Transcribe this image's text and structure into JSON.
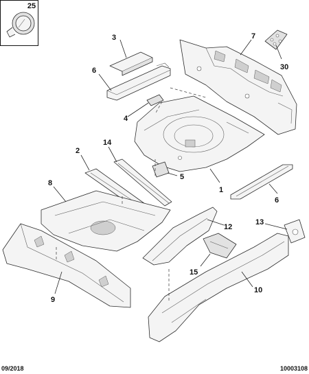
{
  "diagram": {
    "callouts": {
      "p1": "1",
      "p2": "2",
      "p3": "3",
      "p4": "4",
      "p5": "5",
      "p6a": "6",
      "p6b": "6",
      "p7": "7",
      "p8": "8",
      "p9": "9",
      "p10": "10",
      "p12": "12",
      "p13": "13",
      "p14": "14",
      "p15": "15",
      "p25": "25",
      "p30": "30"
    },
    "footer": {
      "date": "09/2018",
      "reference": "10003108"
    }
  }
}
